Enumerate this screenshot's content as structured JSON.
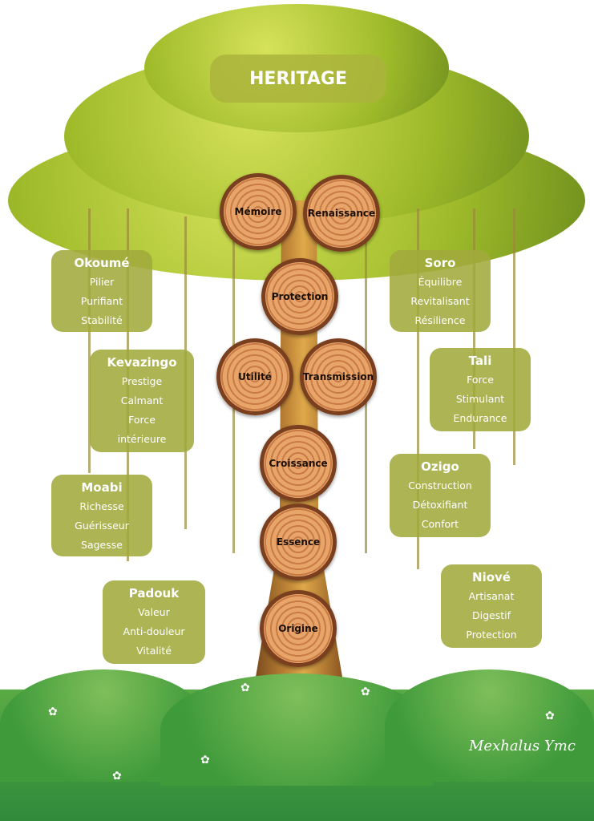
{
  "title": "HERITAGE",
  "watermark": "Mexhalus Ymc",
  "signature": "Mexhalus Ymc",
  "rings": [
    "Mémoire",
    "Renaissance",
    "Protection",
    "Utilité",
    "Transmission",
    "Croissance",
    "Essence",
    "Origine"
  ],
  "woods": [
    {
      "name": "Okoumé",
      "traits": [
        "Pilier",
        "Purifiant",
        "Stabilité"
      ]
    },
    {
      "name": "Kevazingo",
      "traits": [
        "Prestige",
        "Calmant",
        "Force",
        "intérieure"
      ]
    },
    {
      "name": "Moabi",
      "traits": [
        "Richesse",
        "Guérisseur",
        "Sagesse"
      ]
    },
    {
      "name": "Padouk",
      "traits": [
        "Valeur",
        "Anti-douleur",
        "Vitalité"
      ]
    },
    {
      "name": "Soro",
      "traits": [
        "Équilibre",
        "Revitalisant",
        "Résilience"
      ]
    },
    {
      "name": "Tali",
      "traits": [
        "Force",
        "Stimulant",
        "Endurance"
      ]
    },
    {
      "name": "Ozigo",
      "traits": [
        "Construction",
        "Détoxifiant",
        "Confort"
      ]
    },
    {
      "name": "Niové",
      "traits": [
        "Artisanat",
        "Digestif",
        "Protection"
      ]
    }
  ]
}
